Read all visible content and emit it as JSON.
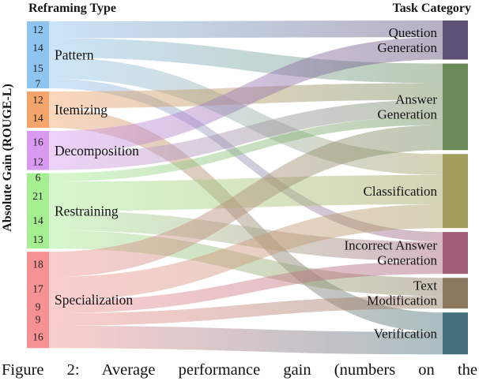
{
  "figure": {
    "left_header": "Reframing Type",
    "right_header": "Task Category",
    "y_axis_label": "Absolute Gain (ROUGE-L)",
    "caption": "Figure 2: Average performance gain (numbers on the"
  },
  "chart_data": {
    "type": "sankey",
    "title": "Figure 2",
    "left_header": "Reframing Type",
    "right_header": "Task Category",
    "y_axis_label": "Absolute Gain (ROUGE-L)",
    "value_unit": "Absolute Gain (ROUGE-L)",
    "sources": [
      {
        "label": "Pattern",
        "color": "#8ec4f0",
        "total": 48
      },
      {
        "label": "Itemizing",
        "color": "#f5a46c",
        "total": 26
      },
      {
        "label": "Decomposition",
        "color": "#d99bf2",
        "total": 28
      },
      {
        "label": "Restraining",
        "color": "#a5ee91",
        "total": 54
      },
      {
        "label": "Specialization",
        "color": "#f69194",
        "total": 69
      }
    ],
    "targets": [
      {
        "label": "Question Generation",
        "label_lines": [
          "Question",
          "Generation"
        ],
        "color": "#5d5176",
        "total": 28
      },
      {
        "label": "Answer Generation",
        "label_lines": [
          "Answer",
          "Generation"
        ],
        "color": "#6b8a5a",
        "total": 62
      },
      {
        "label": "Classification",
        "label_lines": [
          "Classification"
        ],
        "color": "#a39d5e",
        "total": 53
      },
      {
        "label": "Incorrect Answer Generation",
        "label_lines": [
          "Incorrect Answer",
          "Generation"
        ],
        "color": "#a16078",
        "total": 30
      },
      {
        "label": "Text Modification",
        "label_lines": [
          "Text",
          "Modification"
        ],
        "color": "#8b785f",
        "total": 22
      },
      {
        "label": "Verification",
        "label_lines": [
          "Verification"
        ],
        "color": "#456f7a",
        "total": 30
      }
    ],
    "links": [
      {
        "source": "Pattern",
        "target": "Question Generation",
        "value": 12
      },
      {
        "source": "Pattern",
        "target": "Answer Generation",
        "value": 14
      },
      {
        "source": "Pattern",
        "target": "Classification",
        "value": 15
      },
      {
        "source": "Pattern",
        "target": "Incorrect Answer Generation",
        "value": 7
      },
      {
        "source": "Itemizing",
        "target": "Answer Generation",
        "value": 12
      },
      {
        "source": "Itemizing",
        "target": "Verification",
        "value": 14
      },
      {
        "source": "Decomposition",
        "target": "Question Generation",
        "value": 16
      },
      {
        "source": "Decomposition",
        "target": "Answer Generation",
        "value": 12
      },
      {
        "source": "Restraining",
        "target": "Answer Generation",
        "value": 6
      },
      {
        "source": "Restraining",
        "target": "Classification",
        "value": 21
      },
      {
        "source": "Restraining",
        "target": "Incorrect Answer Generation",
        "value": 14
      },
      {
        "source": "Restraining",
        "target": "Text Modification",
        "value": 13
      },
      {
        "source": "Specialization",
        "target": "Answer Generation",
        "value": 18
      },
      {
        "source": "Specialization",
        "target": "Classification",
        "value": 17
      },
      {
        "source": "Specialization",
        "target": "Incorrect Answer Generation",
        "value": 9
      },
      {
        "source": "Specialization",
        "target": "Text Modification",
        "value": 9
      },
      {
        "source": "Specialization",
        "target": "Verification",
        "value": 16
      }
    ]
  }
}
